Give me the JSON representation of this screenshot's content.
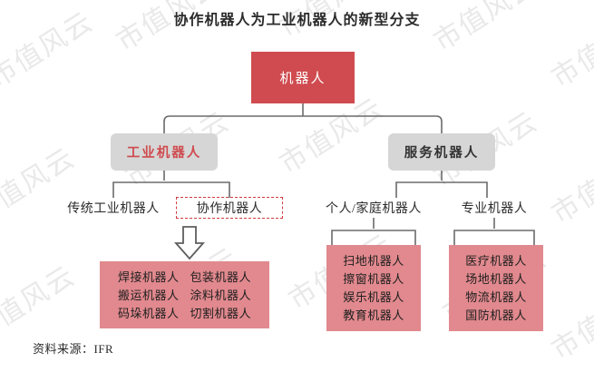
{
  "title": "协作机器人为工业机器人的新型分支",
  "colors": {
    "root_box": "#cf4b4f",
    "gray_box": "#d6d6d6",
    "pink_box": "#e1898e",
    "accent_text": "#cf4b4f",
    "dashed_border": "#d03a3f",
    "connector": "#6b6b6b",
    "watermark": "#e9e9e9"
  },
  "watermark": {
    "text": "市值风云"
  },
  "tree": {
    "root": {
      "label": "机器人"
    },
    "level2": [
      {
        "label": "工业机器人",
        "accent": true
      },
      {
        "label": "服务机器人",
        "accent": false
      }
    ],
    "level3": [
      {
        "label": "传统工业机器人",
        "dashed": false
      },
      {
        "label": "协作机器人",
        "dashed": true
      },
      {
        "label": "个人/家庭机器人",
        "dashed": false
      },
      {
        "label": "专业机器人",
        "dashed": false
      }
    ],
    "leaf_boxes": {
      "industrial": {
        "rows": [
          [
            "焊接机器人",
            "包装机器人"
          ],
          [
            "搬运机器人",
            "涂料机器人"
          ],
          [
            "码垛机器人",
            "切割机器人"
          ]
        ]
      },
      "personal": {
        "rows": [
          [
            "扫地机器人"
          ],
          [
            "擦窗机器人"
          ],
          [
            "娱乐机器人"
          ],
          [
            "教育机器人"
          ]
        ]
      },
      "professional": {
        "rows": [
          [
            "医疗机器人"
          ],
          [
            "场地机器人"
          ],
          [
            "物流机器人"
          ],
          [
            "国防机器人"
          ]
        ]
      }
    }
  },
  "source": "资料来源：IFR",
  "icons": {
    "down_arrow": "down-arrow-icon"
  }
}
